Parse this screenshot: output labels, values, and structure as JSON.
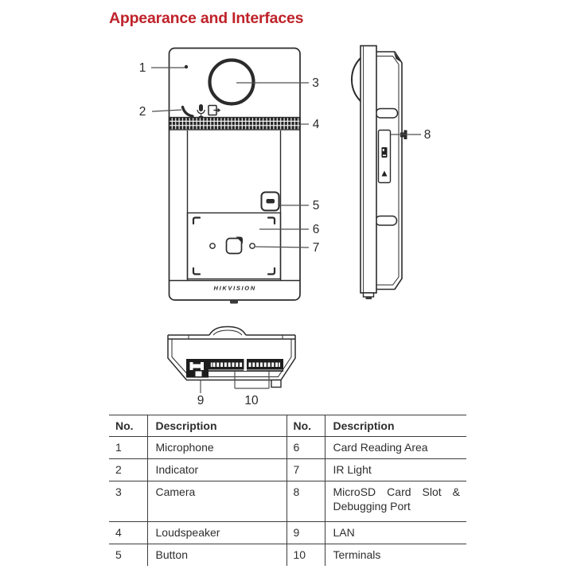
{
  "title": "Appearance and Interfaces",
  "brand_logo": "HIKVISION",
  "colors": {
    "title_red": "#bf2229",
    "diagram_line": "#2b2b2b",
    "table_border": "#3d3d3d",
    "text": "#2e2e2e"
  },
  "callouts": [
    "1",
    "2",
    "3",
    "4",
    "5",
    "6",
    "7",
    "8",
    "9",
    "10"
  ],
  "table": {
    "headers": [
      "No.",
      "Description",
      "No.",
      "Description"
    ],
    "rows": [
      [
        "1",
        "Microphone",
        "6",
        "Card Reading Area"
      ],
      [
        "2",
        "Indicator",
        "7",
        "IR Light"
      ],
      [
        "3",
        "Camera",
        "8",
        "MicroSD Card Slot & Debugging Port"
      ],
      [
        "4",
        "Loudspeaker",
        "9",
        "LAN"
      ],
      [
        "5",
        "Button",
        "10",
        "Terminals"
      ]
    ]
  }
}
